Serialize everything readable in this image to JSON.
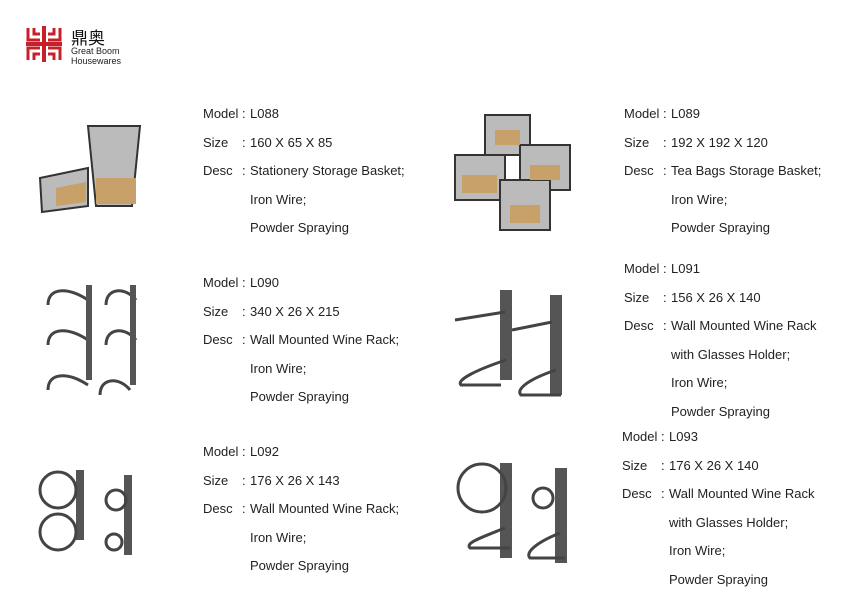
{
  "brand": {
    "name_cn": "鼎奥",
    "name_en_line1": "Great Boom",
    "name_en_line2": "Housewares",
    "logo_color": "#c8202a"
  },
  "labels": {
    "model": "Model : ",
    "size": "Size",
    "desc": "Desc",
    ":": ":"
  },
  "products": [
    {
      "model": "L088",
      "size": "160 X 65 X 85",
      "desc": [
        "Stationery Storage Basket;",
        "Iron Wire;",
        "Powder Spraying"
      ]
    },
    {
      "model": "L089",
      "size": "192 X 192 X 120",
      "desc": [
        "Tea Bags Storage Basket;",
        "Iron Wire;",
        "Powder Spraying"
      ]
    },
    {
      "model": "L090",
      "size": "340 X 26 X 215",
      "desc": [
        "Wall Mounted Wine Rack;",
        "Iron Wire;",
        "Powder Spraying"
      ]
    },
    {
      "model": "L091",
      "size": "156 X 26 X 140",
      "desc": [
        "Wall Mounted Wine Rack",
        "with Glasses Holder;",
        "Iron Wire;",
        "Powder Spraying"
      ]
    },
    {
      "model": "L092",
      "size": "176 X 26 X 143",
      "desc": [
        "Wall Mounted Wine Rack;",
        "Iron Wire;",
        "Powder Spraying"
      ]
    },
    {
      "model": "L093",
      "size": "176 X 26 X 140",
      "desc": [
        "Wall Mounted Wine Rack",
        "with Glasses Holder;",
        "Iron Wire;",
        "Powder Spraying"
      ]
    }
  ]
}
